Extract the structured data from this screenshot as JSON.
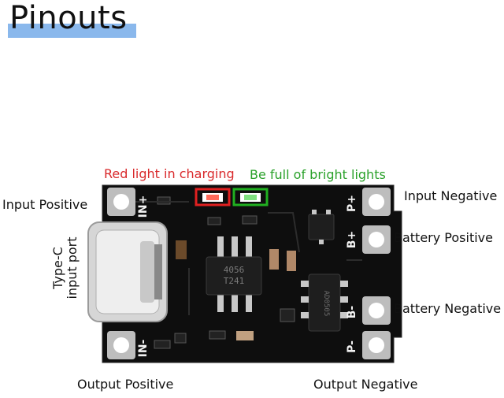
{
  "title": "Pinouts",
  "led_labels": {
    "charging": "Red light in charging",
    "full": "Be full of bright lights"
  },
  "pin_labels": {
    "input_positive": "Input Positive",
    "input_negative": "Input Negative",
    "battery_positive": "Battery Positive",
    "battery_negative": "Battery Negative",
    "output_positive": "Output Positive",
    "output_negative": "Output Negative"
  },
  "port_label": {
    "line1": "Type-C",
    "line2": "input port"
  },
  "silkscreen": {
    "in_plus": "IN+",
    "in_minus": "IN-",
    "p_plus": "P+",
    "p_minus": "P-",
    "b_plus": "B+",
    "b_minus": "B-",
    "chip_main_line1": "4056",
    "chip_main_line2": "T241"
  },
  "colors": {
    "board": "#101010",
    "pad": "#c9c9c9",
    "red_led_box": "#e02020",
    "green_led_box": "#20b020",
    "title_highlight": "#8ab8ec"
  }
}
